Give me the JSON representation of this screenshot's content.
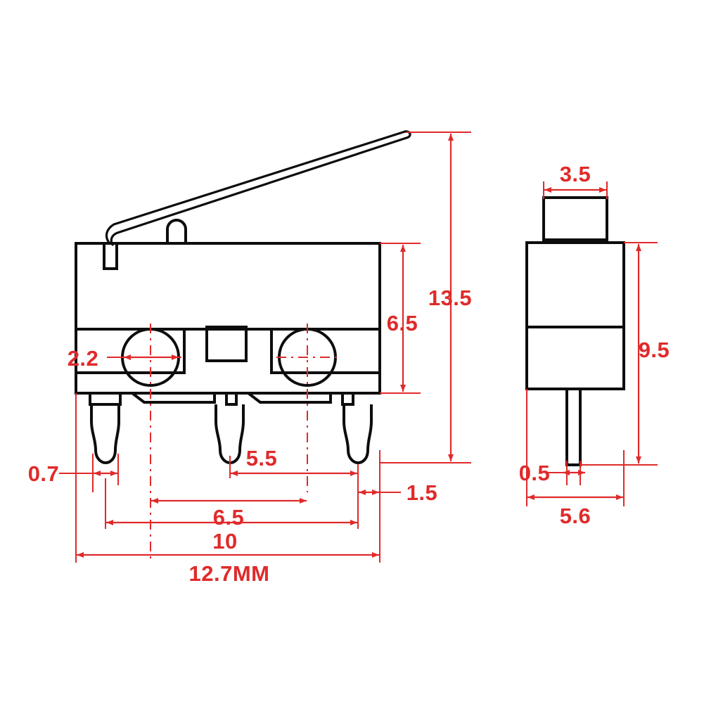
{
  "drawing": {
    "title": "Micro Switch Dimensional Drawing",
    "unit_note": "12.7MM",
    "colors": {
      "outline": "#0d0d0d",
      "dimension": "#e02a2a",
      "background": "#ffffff"
    }
  },
  "front_view": {
    "name": "front-view",
    "dimensions": {
      "hole_diameter": "2.2",
      "body_height": "6.5",
      "overall_height": "13.5",
      "pin_width": "0.7",
      "pin_spacing_right": "5.5",
      "pin_spacing_center": "6.5",
      "pin_span": "10",
      "right_offset": "1.5",
      "overall_width": "12.7MM"
    }
  },
  "side_view": {
    "name": "side-view",
    "dimensions": {
      "plunger_width": "3.5",
      "body_height": "9.5",
      "pin_thickness": "0.5",
      "body_width": "5.6"
    }
  },
  "labels": [
    {
      "id": "hole-diameter",
      "text": "2.2"
    },
    {
      "id": "body-height",
      "text": "6.5"
    },
    {
      "id": "overall-height",
      "text": "13.5"
    },
    {
      "id": "pin-width",
      "text": "0.7"
    },
    {
      "id": "pin-spacing-right",
      "text": "5.5"
    },
    {
      "id": "pin-spacing-center",
      "text": "6.5"
    },
    {
      "id": "pin-span",
      "text": "10"
    },
    {
      "id": "right-offset",
      "text": "1.5"
    },
    {
      "id": "overall-width",
      "text": "12.7MM"
    },
    {
      "id": "plunger-width",
      "text": "3.5"
    },
    {
      "id": "side-body-height",
      "text": "9.5"
    },
    {
      "id": "pin-thickness",
      "text": "0.5"
    },
    {
      "id": "side-body-width",
      "text": "5.6"
    }
  ]
}
